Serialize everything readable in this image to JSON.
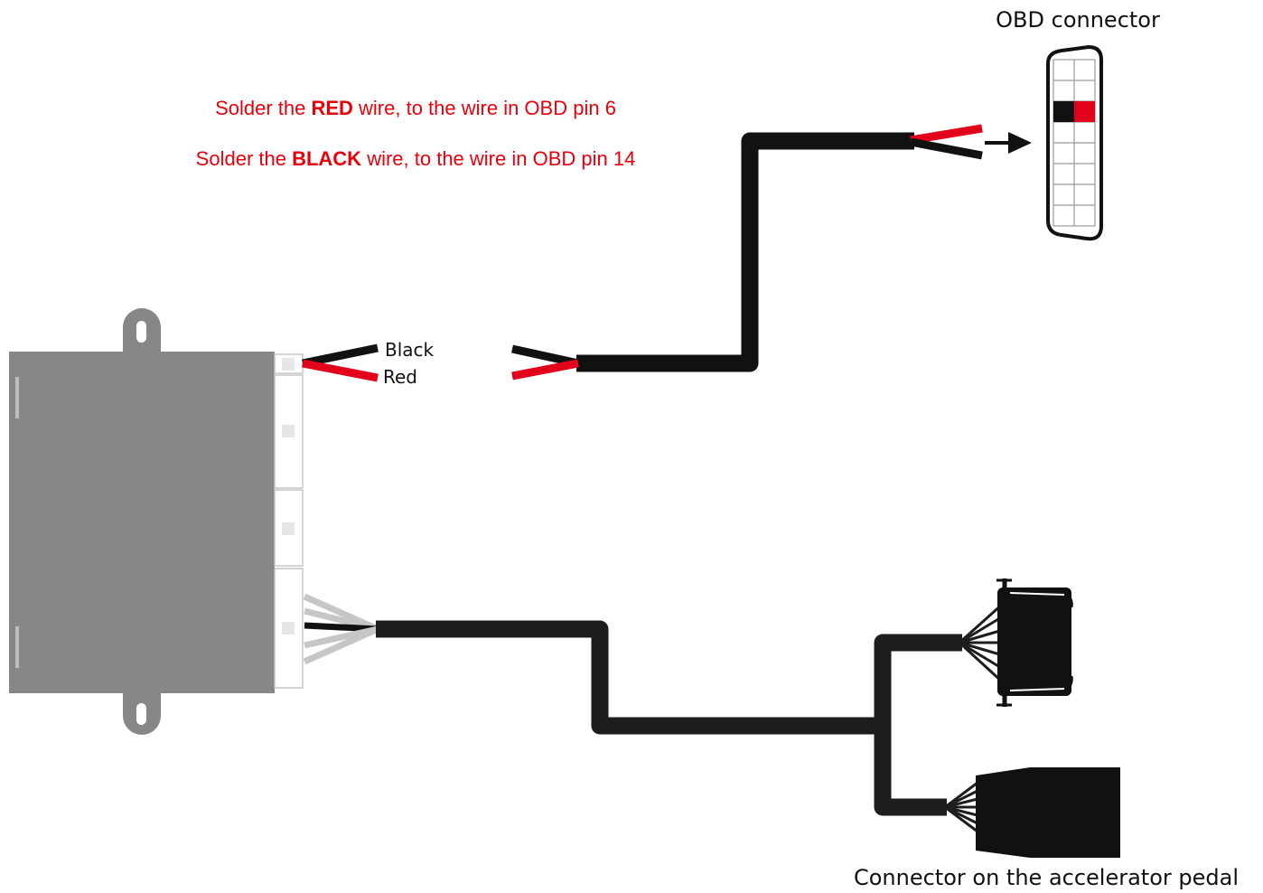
{
  "instructions": {
    "line1": {
      "pre": "Solder the ",
      "bold": "RED",
      "post": " wire, to the wire in OBD pin 6"
    },
    "line2": {
      "pre": "Solder the ",
      "bold": "BLACK",
      "post": " wire, to the wire in OBD pin 14"
    }
  },
  "labels": {
    "obd_connector": "OBD connector",
    "wire_black": "Black",
    "wire_red": "Red",
    "pedal_connector": "Connector on the accelerator pedal"
  },
  "colors": {
    "text_red": "#e8000b",
    "wire_red": "#e3001b",
    "wire_black": "#111111",
    "cable": "#1d1d1b",
    "module_body": "#878787"
  }
}
